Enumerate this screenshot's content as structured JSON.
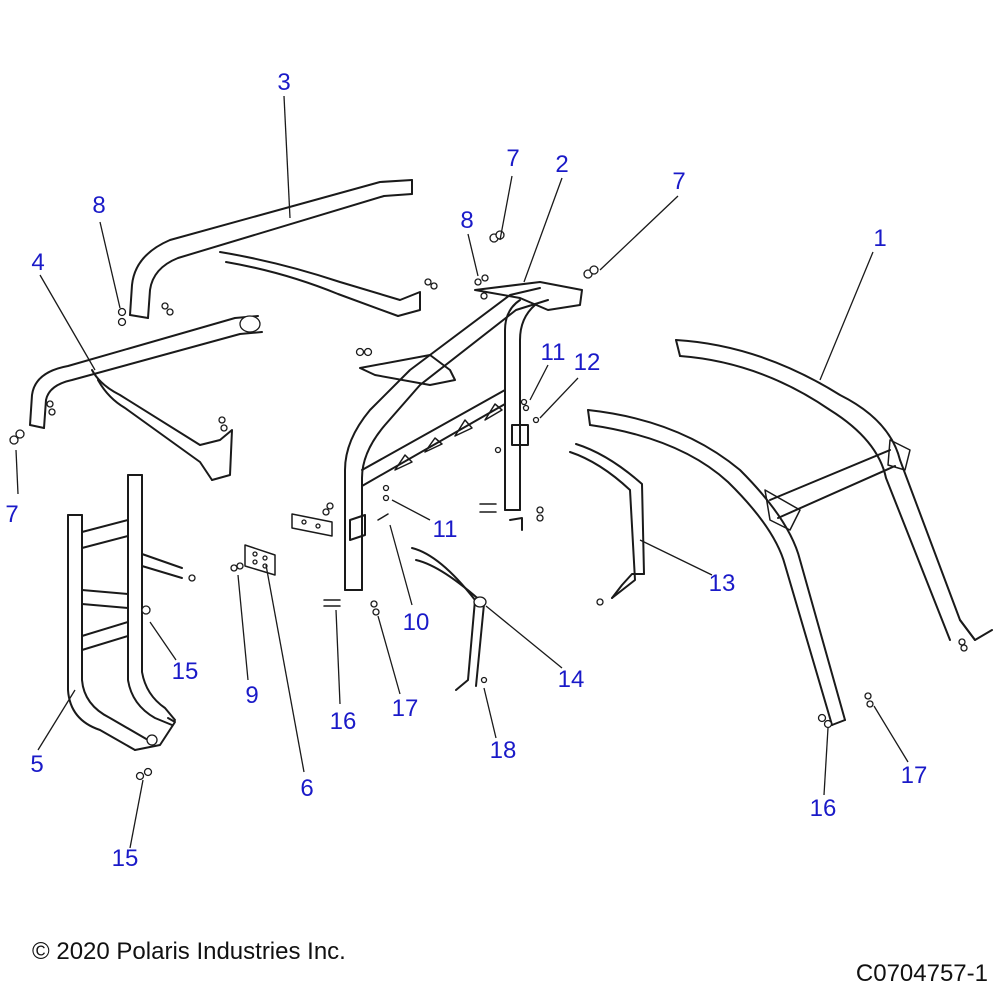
{
  "callouts": {
    "c1": "1",
    "c2": "2",
    "c3": "3",
    "c4": "4",
    "c5": "5",
    "c6": "6",
    "c7a": "7",
    "c7b": "7",
    "c7c": "7",
    "c8a": "8",
    "c8b": "8",
    "c9": "9",
    "c10": "10",
    "c11a": "11",
    "c11b": "11",
    "c12": "12",
    "c13": "13",
    "c14": "14",
    "c15a": "15",
    "c15b": "15",
    "c16a": "16",
    "c16b": "16",
    "c17a": "17",
    "c17b": "17",
    "c18": "18"
  },
  "footer": {
    "copyright": "© 2020 Polaris Industries Inc.",
    "drawing_id": "C0704757-1"
  },
  "colors": {
    "callout": "#1a1ac8",
    "line": "#1a1a1a"
  }
}
